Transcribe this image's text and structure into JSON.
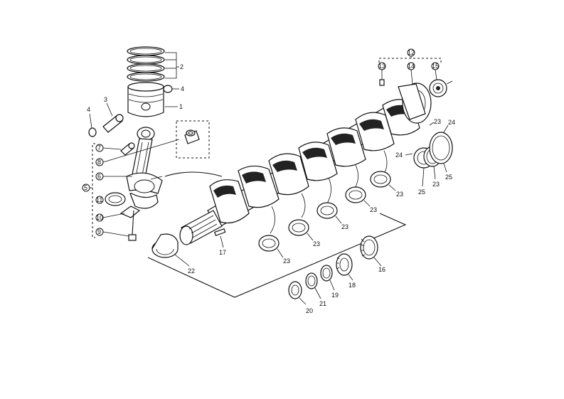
{
  "callouts": {
    "c1": "1",
    "c2": "2",
    "c3": "3",
    "c4a": "4",
    "c4b": "4",
    "c5": "5",
    "c6": "6",
    "c7": "7",
    "c8": "8",
    "c9": "9",
    "c10": "10",
    "c11": "11",
    "c12": "12",
    "c13": "13",
    "c14": "14",
    "c15": "15",
    "c16": "16",
    "c17": "17",
    "c18": "18",
    "c19": "19",
    "c20": "20",
    "c21": "21",
    "c22": "22",
    "c23a": "23",
    "c23b": "23",
    "c23c": "23",
    "c23d": "23",
    "c23e": "23",
    "c23f": "23",
    "c23g": "23",
    "c23h": "23",
    "c24a": "24",
    "c24b": "24",
    "c25a": "25",
    "c25b": "25"
  },
  "icons": [
    "piston-rings",
    "piston",
    "piston-pin",
    "snap-ring",
    "connecting-rod",
    "bushing",
    "bearing-shell",
    "bolt",
    "crankshaft",
    "main-bearing",
    "thrust-washer",
    "gear",
    "seal-ring",
    "woodruff-key"
  ]
}
